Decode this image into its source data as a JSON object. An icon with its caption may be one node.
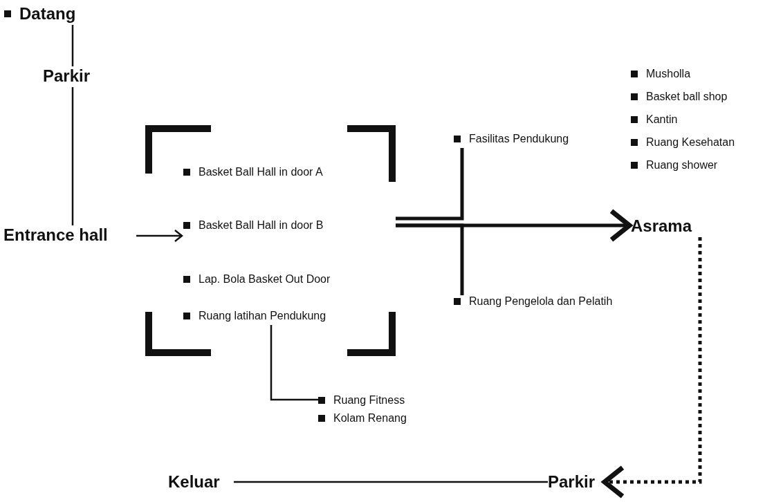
{
  "diagram": {
    "nodes": [
      {
        "text": [
          "Datang"
        ]
      },
      {
        "text": [
          "Parkir"
        ]
      },
      {
        "text": [
          "Entrance hall"
        ]
      },
      {
        "text": [],
        "shape": "box"
      },
      {
        "text": [
          "Basket Ball Hall in door A"
        ],
        "in": 3
      },
      {
        "text": [
          "Basket Ball Hall in door B"
        ],
        "in": 3
      },
      {
        "text": [
          "Lap. Bola Basket Out Door"
        ],
        "in": 3
      },
      {
        "text": [
          "Ruang latihan Pendukung"
        ],
        "in": 3
      },
      {
        "text": [
          "Ruang Fitness",
          "Kolam Renang"
        ]
      },
      {
        "text": [
          "Fasilitas Pendukung"
        ]
      },
      {
        "text": [
          "Ruang Pengelola dan Pelatih"
        ]
      },
      {
        "text": [
          "Asrama"
        ]
      },
      {
        "text": [
          "Parkir"
        ]
      },
      {
        "text": [
          "Keluar"
        ]
      }
    ],
    "edges": [
      {
        "from": 0,
        "to": 1,
        "arrow": "none"
      },
      {
        "from": 1,
        "to": 2,
        "arrow": "none"
      },
      {
        "from": 2,
        "to": 5,
        "arrow": "to"
      },
      {
        "from": 7,
        "to": 8,
        "arrow": "none"
      },
      {
        "from": 3,
        "to": 9,
        "arrow": "none",
        "style": "thick"
      },
      {
        "from": 3,
        "to": 10,
        "arrow": "none",
        "style": "thick"
      },
      {
        "from": 3,
        "to": 11,
        "arrow": "to",
        "style": "thick"
      },
      {
        "from": 11,
        "to": 12,
        "arrow": "to",
        "style": "dashed"
      },
      {
        "from": 12,
        "to": 13,
        "arrow": "none"
      }
    ],
    "labels": [
      "Musholla",
      "Basket ball shop",
      "Kantin",
      "Ruang Kesehatan",
      "Ruang shower"
    ]
  }
}
